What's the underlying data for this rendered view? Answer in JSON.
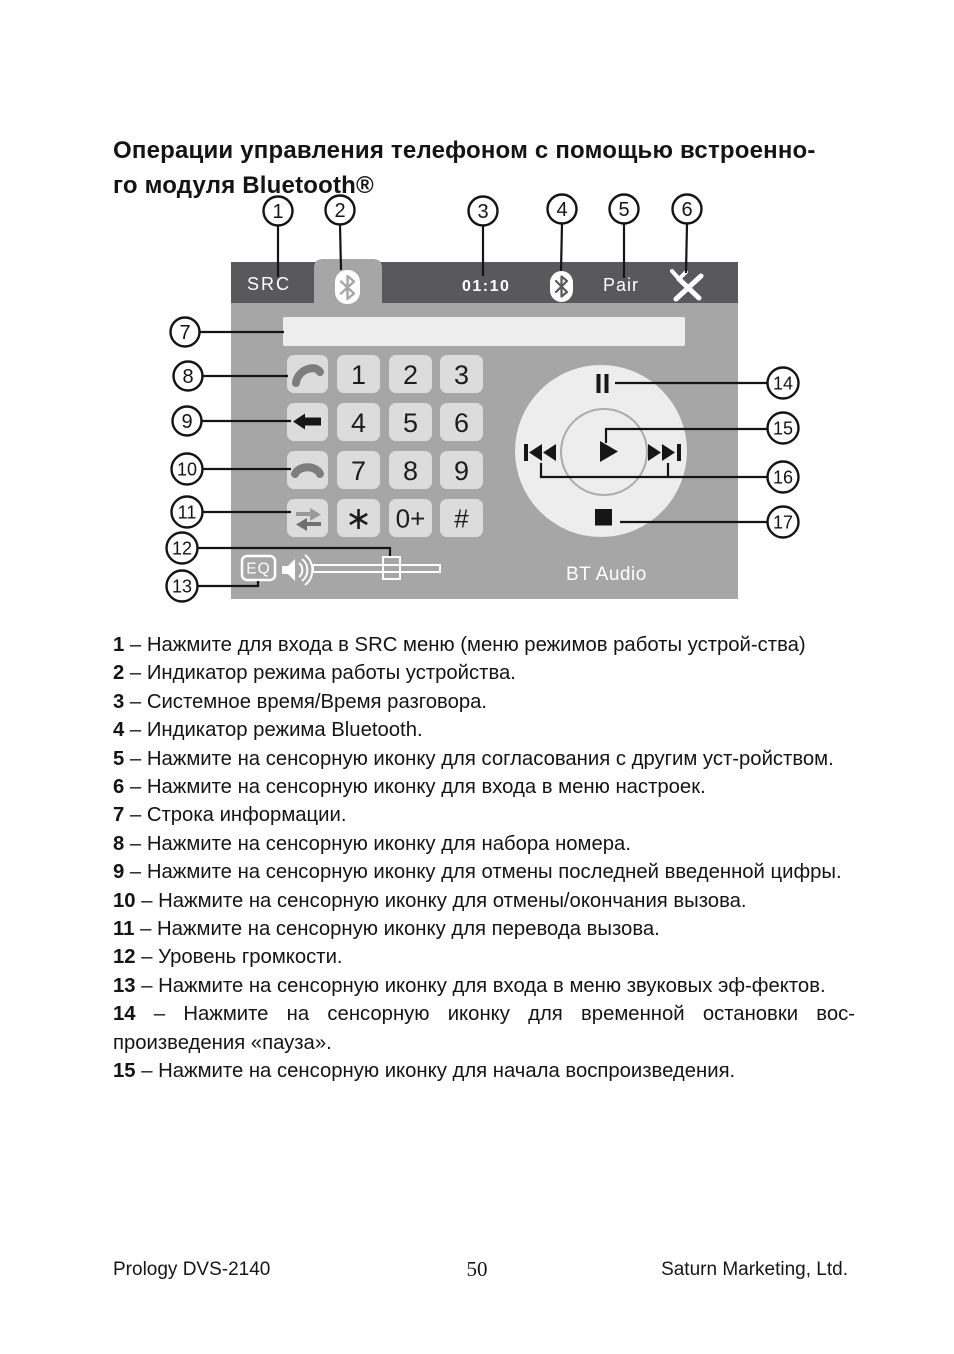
{
  "page": {
    "title_line1": "Операции управления телефоном с помощью встроенно-",
    "title_line2": "го модуля Bluetooth®",
    "footer": {
      "model": "Prology DVS-2140",
      "page_number": "50",
      "company": "Saturn Marketing, Ltd."
    }
  },
  "device": {
    "src_label": "SRC",
    "time": "01:10",
    "pair_label": "Pair",
    "eq_label": "EQ",
    "bt_audio_label": "BT Audio",
    "keypad": {
      "rows": [
        [
          "1",
          "2",
          "3"
        ],
        [
          "4",
          "5",
          "6"
        ],
        [
          "7",
          "8",
          "9"
        ],
        [
          "∗",
          "0+",
          "#"
        ]
      ]
    },
    "icons": {
      "mode_tab": "bluetooth",
      "status": "bluetooth",
      "settings": "wrench-screwdriver",
      "dial": "phone-handset",
      "delete_digit": "backspace-arrow",
      "end_call": "hangup-handset",
      "transfer_call": "swap-arrows",
      "volume": "speaker-waves",
      "playback": [
        "pause",
        "play",
        "prev-track",
        "next-track",
        "stop"
      ]
    },
    "colors": {
      "top_bar": "#59595b",
      "screen_body": "#a6a6a6",
      "button": "#dcdcdc",
      "info_bar": "#ededed",
      "wheel": "#ededed",
      "light_text": "#ffffff",
      "dark_glyph": "#161616",
      "gray_glyph": "#7d7d7d"
    }
  },
  "callouts": [
    "1",
    "2",
    "3",
    "4",
    "5",
    "6",
    "7",
    "8",
    "9",
    "10",
    "11",
    "12",
    "13",
    "14",
    "15",
    "16",
    "17"
  ],
  "descriptions": [
    {
      "n": "1",
      "t": "– Нажмите для входа в SRC меню (меню режимов работы устрой-ства)"
    },
    {
      "n": "2",
      "t": "– Индикатор режима работы устройства."
    },
    {
      "n": "3",
      "t": "– Системное время/Время разговора."
    },
    {
      "n": "4",
      "t": "– Индикатор режима Bluetooth."
    },
    {
      "n": "5",
      "t": "– Нажмите на сенсорную иконку для согласования с другим уст-ройством."
    },
    {
      "n": "6",
      "t": "– Нажмите на сенсорную иконку для входа в меню настроек."
    },
    {
      "n": "7",
      "t": "– Строка информации."
    },
    {
      "n": "8",
      "t": "– Нажмите на сенсорную иконку для набора номера."
    },
    {
      "n": "9",
      "t": "– Нажмите на сенсорную иконку для отмены последней введенной цифры."
    },
    {
      "n": "10",
      "t": "– Нажмите на сенсорную иконку для отмены/окончания вызова."
    },
    {
      "n": "11",
      "t": "– Нажмите на сенсорную иконку для перевода вызова."
    },
    {
      "n": "12",
      "t": "– Уровень громкости."
    },
    {
      "n": "13",
      "t": "– Нажмите на сенсорную иконку для входа в меню звуковых эф-фектов."
    },
    {
      "n": "14",
      "t": "– Нажмите на сенсорную иконку для временной остановки вос-произведения «пауза»."
    },
    {
      "n": "15",
      "t": "– Нажмите на сенсорную иконку для начала воспроизведения."
    }
  ]
}
